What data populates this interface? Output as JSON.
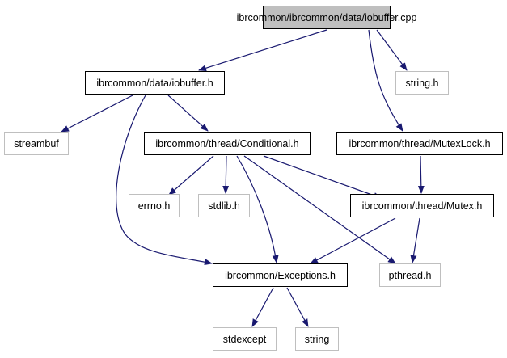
{
  "colors": {
    "edge": "#191970",
    "root_fill": "#bfbfbf",
    "external_border": "#bfbfbf",
    "documented_border": "#000000"
  },
  "nodes": [
    {
      "id": "root",
      "label": "ibrcommon/ibrcommon/data/iobuffer.cpp",
      "kind": "root"
    },
    {
      "id": "iobuffer",
      "label": "ibrcommon/data/iobuffer.h",
      "kind": "main"
    },
    {
      "id": "stringh",
      "label": "string.h",
      "kind": "ext"
    },
    {
      "id": "streambuf",
      "label": "streambuf",
      "kind": "ext"
    },
    {
      "id": "conditional",
      "label": "ibrcommon/thread/Conditional.h",
      "kind": "main"
    },
    {
      "id": "mutexlock",
      "label": "ibrcommon/thread/MutexLock.h",
      "kind": "main"
    },
    {
      "id": "errno",
      "label": "errno.h",
      "kind": "ext"
    },
    {
      "id": "stdlib",
      "label": "stdlib.h",
      "kind": "ext"
    },
    {
      "id": "mutex",
      "label": "ibrcommon/thread/Mutex.h",
      "kind": "main"
    },
    {
      "id": "exceptions",
      "label": "ibrcommon/Exceptions.h",
      "kind": "main"
    },
    {
      "id": "pthread",
      "label": "pthread.h",
      "kind": "ext"
    },
    {
      "id": "stdexcept",
      "label": "stdexcept",
      "kind": "ext"
    },
    {
      "id": "string",
      "label": "string",
      "kind": "ext"
    }
  ],
  "edges": [
    {
      "from": "root",
      "to": "iobuffer"
    },
    {
      "from": "root",
      "to": "stringh"
    },
    {
      "from": "root",
      "to": "mutexlock"
    },
    {
      "from": "iobuffer",
      "to": "streambuf"
    },
    {
      "from": "iobuffer",
      "to": "exceptions"
    },
    {
      "from": "iobuffer",
      "to": "conditional"
    },
    {
      "from": "conditional",
      "to": "errno"
    },
    {
      "from": "conditional",
      "to": "stdlib"
    },
    {
      "from": "conditional",
      "to": "exceptions"
    },
    {
      "from": "conditional",
      "to": "pthread"
    },
    {
      "from": "conditional",
      "to": "mutex"
    },
    {
      "from": "mutexlock",
      "to": "mutex"
    },
    {
      "from": "mutex",
      "to": "exceptions"
    },
    {
      "from": "mutex",
      "to": "pthread"
    },
    {
      "from": "exceptions",
      "to": "stdexcept"
    },
    {
      "from": "exceptions",
      "to": "string"
    }
  ]
}
